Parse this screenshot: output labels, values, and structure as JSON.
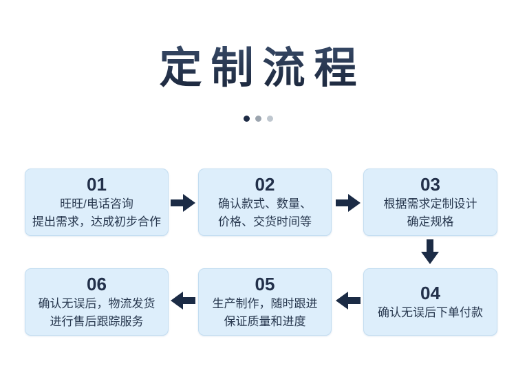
{
  "title": {
    "text": "定制流程",
    "color": "#243a5c"
  },
  "pagination": {
    "dots": [
      {
        "name": "dot-1",
        "active": true,
        "color": "#1e2b45"
      },
      {
        "name": "dot-2",
        "active": false,
        "color": "#9ba4ae"
      },
      {
        "name": "dot-3",
        "active": false,
        "color": "#bfc7cf"
      }
    ]
  },
  "colors": {
    "box_fill": "#ddeefb",
    "box_border": "#c3ddf1",
    "arrow": "#1b2b45",
    "number_text": "#22304a",
    "body_text": "#27374e",
    "background": "#ffffff"
  },
  "flow": {
    "arrow_color": "#1b2b45",
    "steps": [
      {
        "number": "01",
        "lines": [
          "旺旺/电话咨询",
          "提出需求，达成初步合作"
        ]
      },
      {
        "number": "02",
        "lines": [
          "确认款式、数量、",
          "价格、交货时间等"
        ]
      },
      {
        "number": "03",
        "lines": [
          "根据需求定制设计",
          "确定规格"
        ]
      },
      {
        "number": "04",
        "lines": [
          "确认无误后下单付款"
        ]
      },
      {
        "number": "05",
        "lines": [
          "生产制作，随时跟进",
          "保证质量和进度"
        ]
      },
      {
        "number": "06",
        "lines": [
          "确认无误后，物流发货",
          "进行售后跟踪服务"
        ]
      }
    ]
  }
}
